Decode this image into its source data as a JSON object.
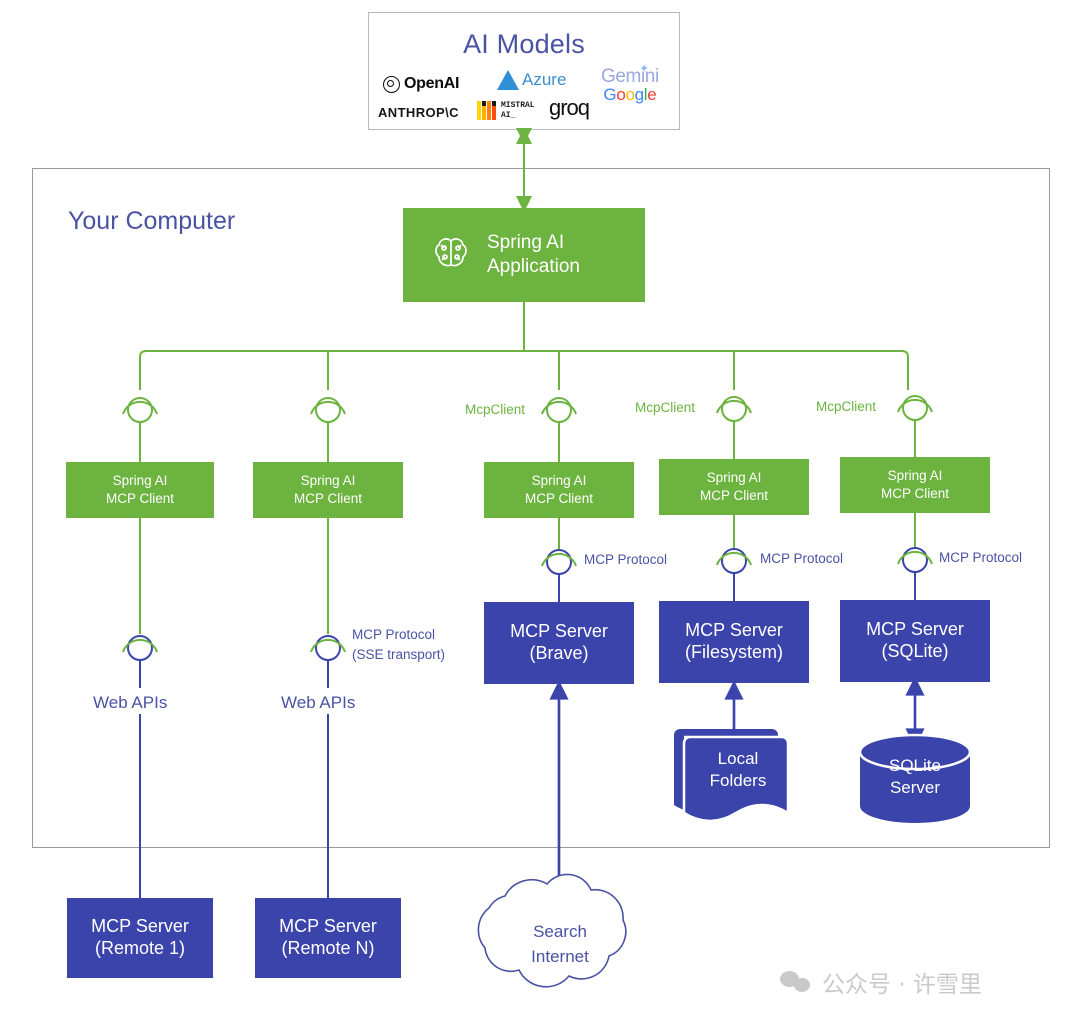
{
  "ai_models": {
    "title": "AI Models",
    "logos": [
      {
        "name": "openai",
        "label": "OpenAI"
      },
      {
        "name": "azure",
        "label": "Azure"
      },
      {
        "name": "gemini",
        "label": "Gemini",
        "sub": "Google"
      },
      {
        "name": "anthropic",
        "label": "ANTHROP\\C"
      },
      {
        "name": "mistral",
        "label": "MISTRAL",
        "sub": "AI_"
      },
      {
        "name": "groq",
        "label": "groq"
      }
    ]
  },
  "container": {
    "label": "Your Computer"
  },
  "app": {
    "label_line1": "Spring AI",
    "label_line2": "Application",
    "icon": "brain-leaf-icon"
  },
  "clients": [
    {
      "line1": "Spring AI",
      "line2": "MCP Client",
      "connector_label": ""
    },
    {
      "line1": "Spring AI",
      "line2": "MCP Client",
      "connector_label": ""
    },
    {
      "line1": "Spring AI",
      "line2": "MCP Client",
      "connector_label": "McpClient"
    },
    {
      "line1": "Spring AI",
      "line2": "MCP Client",
      "connector_label": "McpClient"
    },
    {
      "line1": "Spring AI",
      "line2": "MCP Client",
      "connector_label": "McpClient"
    }
  ],
  "protocol_labels": {
    "sse_line1": "MCP Protocol",
    "sse_line2": "(SSE transport)",
    "mcp": "MCP Protocol"
  },
  "web_apis": {
    "label": "Web APIs"
  },
  "servers_local": [
    {
      "line1": "MCP Server",
      "line2": "(Brave)"
    },
    {
      "line1": "MCP Server",
      "line2": "(Filesystem)"
    },
    {
      "line1": "MCP Server",
      "line2": "(SQLite)"
    }
  ],
  "servers_remote": [
    {
      "line1": "MCP Server",
      "line2": "(Remote 1)"
    },
    {
      "line1": "MCP Server",
      "line2": "(Remote N)"
    }
  ],
  "resources": {
    "local_folders_line1": "Local",
    "local_folders_line2": "Folders",
    "sqlite_line1": "SQLite",
    "sqlite_line2": "Server",
    "search_line1": "Search",
    "search_line2": "Internet"
  },
  "watermark": {
    "text": "公众号 · 许雪里",
    "icon": "wechat-icon"
  },
  "colors": {
    "green": "#6cb33f",
    "blue": "#3b44ab",
    "title_blue": "#4a52a3",
    "panel_border": "#9a9aa0"
  }
}
